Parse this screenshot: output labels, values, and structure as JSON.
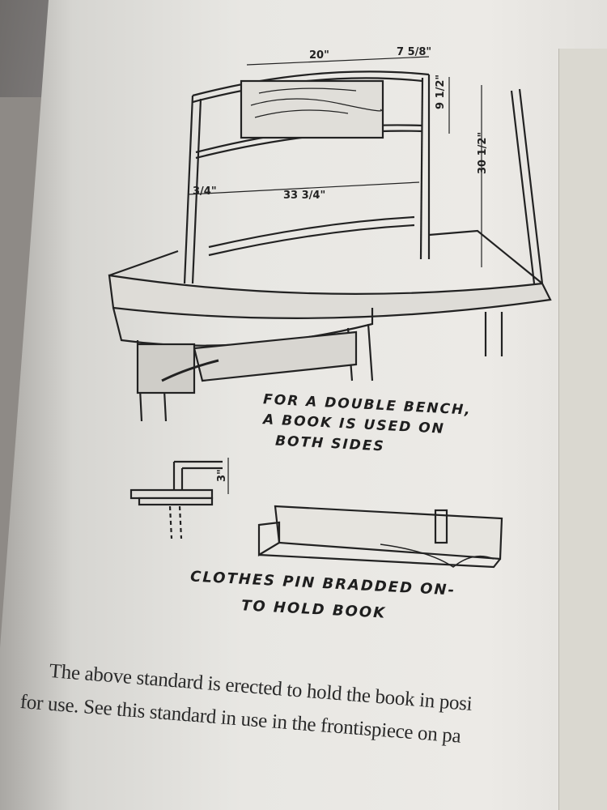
{
  "illustration": {
    "dimensions": {
      "width_top": "20\"",
      "width_side": "7 5/8\"",
      "height_upper": "9 1/2\"",
      "height_total": "30 1/2\"",
      "width_full": "33 3/4\"",
      "inset": "3/4\"",
      "pin_height": "3\""
    },
    "caption_bench": [
      "FOR A DOUBLE BENCH,",
      "A BOOK IS USED ON",
      "BOTH SIDES"
    ],
    "caption_pin": [
      "CLOTHES PIN BRADDED ON-",
      "TO HOLD BOOK"
    ]
  },
  "body": {
    "lines": [
      "The above standard is erected to hold the book in posi",
      "for use.  See this standard in use in the frontispiece on pa"
    ]
  }
}
